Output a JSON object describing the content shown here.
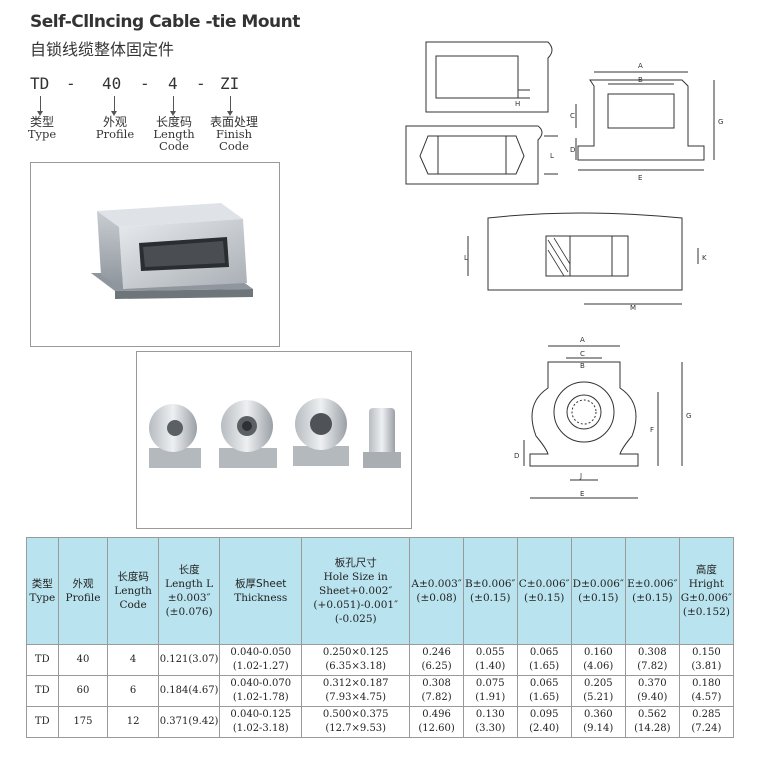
{
  "title": {
    "en": "Self-Cllncing Cable -tie Mount",
    "cn": "自锁线缆整体固定件"
  },
  "part_code": {
    "segments": [
      "TD",
      "-",
      "40",
      "-",
      "4",
      "-",
      "ZI"
    ],
    "labels": [
      {
        "cn": "类型",
        "en": "Type"
      },
      {
        "cn": "外观",
        "en": "Profile"
      },
      {
        "cn": "长度码",
        "en": "Length Code"
      },
      {
        "cn": "表面处理",
        "en": "Finish Code"
      }
    ]
  },
  "drawing_labels": {
    "top_view": [
      "A",
      "B",
      "C",
      "D",
      "E",
      "G",
      "H",
      "L"
    ],
    "middle_view": [
      "L",
      "K",
      "M"
    ],
    "bottom_view": [
      "A",
      "B",
      "C",
      "D",
      "E",
      "F",
      "G",
      "J"
    ]
  },
  "table": {
    "headers": [
      {
        "cn": "类型",
        "en": "Type"
      },
      {
        "cn": "外观",
        "en": "Profile"
      },
      {
        "cn": "长度码",
        "en": "Length Code"
      },
      {
        "cn": "长度",
        "en": "Length L ±0.003″ (±0.076)"
      },
      {
        "cn": "板厚Sheet",
        "en": "Thickness"
      },
      {
        "cn": "板孔尺寸",
        "en": "Hole Size in Sheet+0.002″ (+0.051)-0.001″ (-0.025)"
      },
      {
        "cn": "",
        "en": "A±0.003″ (±0.08)"
      },
      {
        "cn": "",
        "en": "B±0.006″ (±0.15)"
      },
      {
        "cn": "",
        "en": "C±0.006″ (±0.15)"
      },
      {
        "cn": "",
        "en": "D±0.006″ (±0.15)"
      },
      {
        "cn": "",
        "en": "E±0.006″ (±0.15)"
      },
      {
        "cn": "高度",
        "en": "Hright G±0.006″ (±0.152)"
      }
    ],
    "rows": [
      [
        "TD",
        "40",
        "4",
        "0.121(3.07)",
        "0.040-0.050 (1.02-1.27)",
        "0.250×0.125 (6.35×3.18)",
        "0.246 (6.25)",
        "0.055 (1.40)",
        "0.065 (1.65)",
        "0.160 (4.06)",
        "0.308 (7.82)",
        "0.150 (3.81)"
      ],
      [
        "TD",
        "60",
        "6",
        "0.184(4.67)",
        "0.040-0.070 (1.02-1.78)",
        "0.312×0.187 (7.93×4.75)",
        "0.308 (7.82)",
        "0.075 (1.91)",
        "0.065 (1.65)",
        "0.205 (5.21)",
        "0.370 (9.40)",
        "0.180 (4.57)"
      ],
      [
        "TD",
        "175",
        "12",
        "0.371(9.42)",
        "0.040-0.125 (1.02-3.18)",
        "0.500×0.375 (12.7×9.53)",
        "0.496 (12.60)",
        "0.130 (3.30)",
        "0.095 (2.40)",
        "0.360 (9.14)",
        "0.562 (14.28)",
        "0.285 (7.24)"
      ]
    ]
  }
}
